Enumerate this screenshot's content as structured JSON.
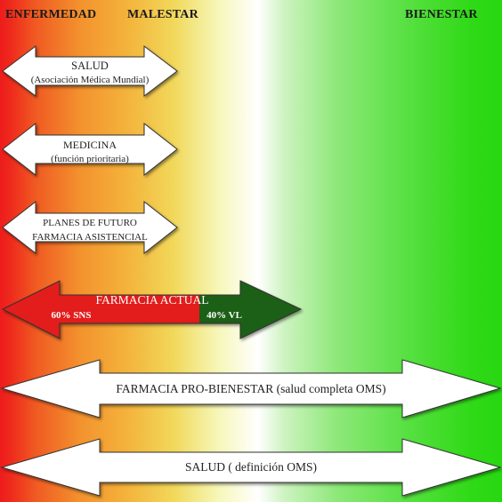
{
  "header": {
    "left": "ENFERMEDAD",
    "middle": "MALESTAR",
    "right": "BIENESTAR"
  },
  "arrows": {
    "salud_amm": {
      "line1": "SALUD",
      "line2": "(Asociación Médica Mundial)"
    },
    "medicina": {
      "line1": "MEDICINA",
      "line2": "(función prioritaria)"
    },
    "planes": {
      "line1": "PLANES DE FUTURO",
      "line2": "FARMACIA ASISTENCIAL"
    },
    "farmacia_actual": {
      "title": "FARMACIA ACTUAL",
      "sns": "60% SNS",
      "vl": "40% VL",
      "colors": {
        "sns": "#e31b1b",
        "vl": "#1e5e12"
      }
    },
    "pro_bienestar": {
      "label": "FARMACIA PRO-BIENESTAR (salud completa OMS)"
    },
    "salud_oms": {
      "label": "SALUD ( definición OMS)"
    }
  }
}
